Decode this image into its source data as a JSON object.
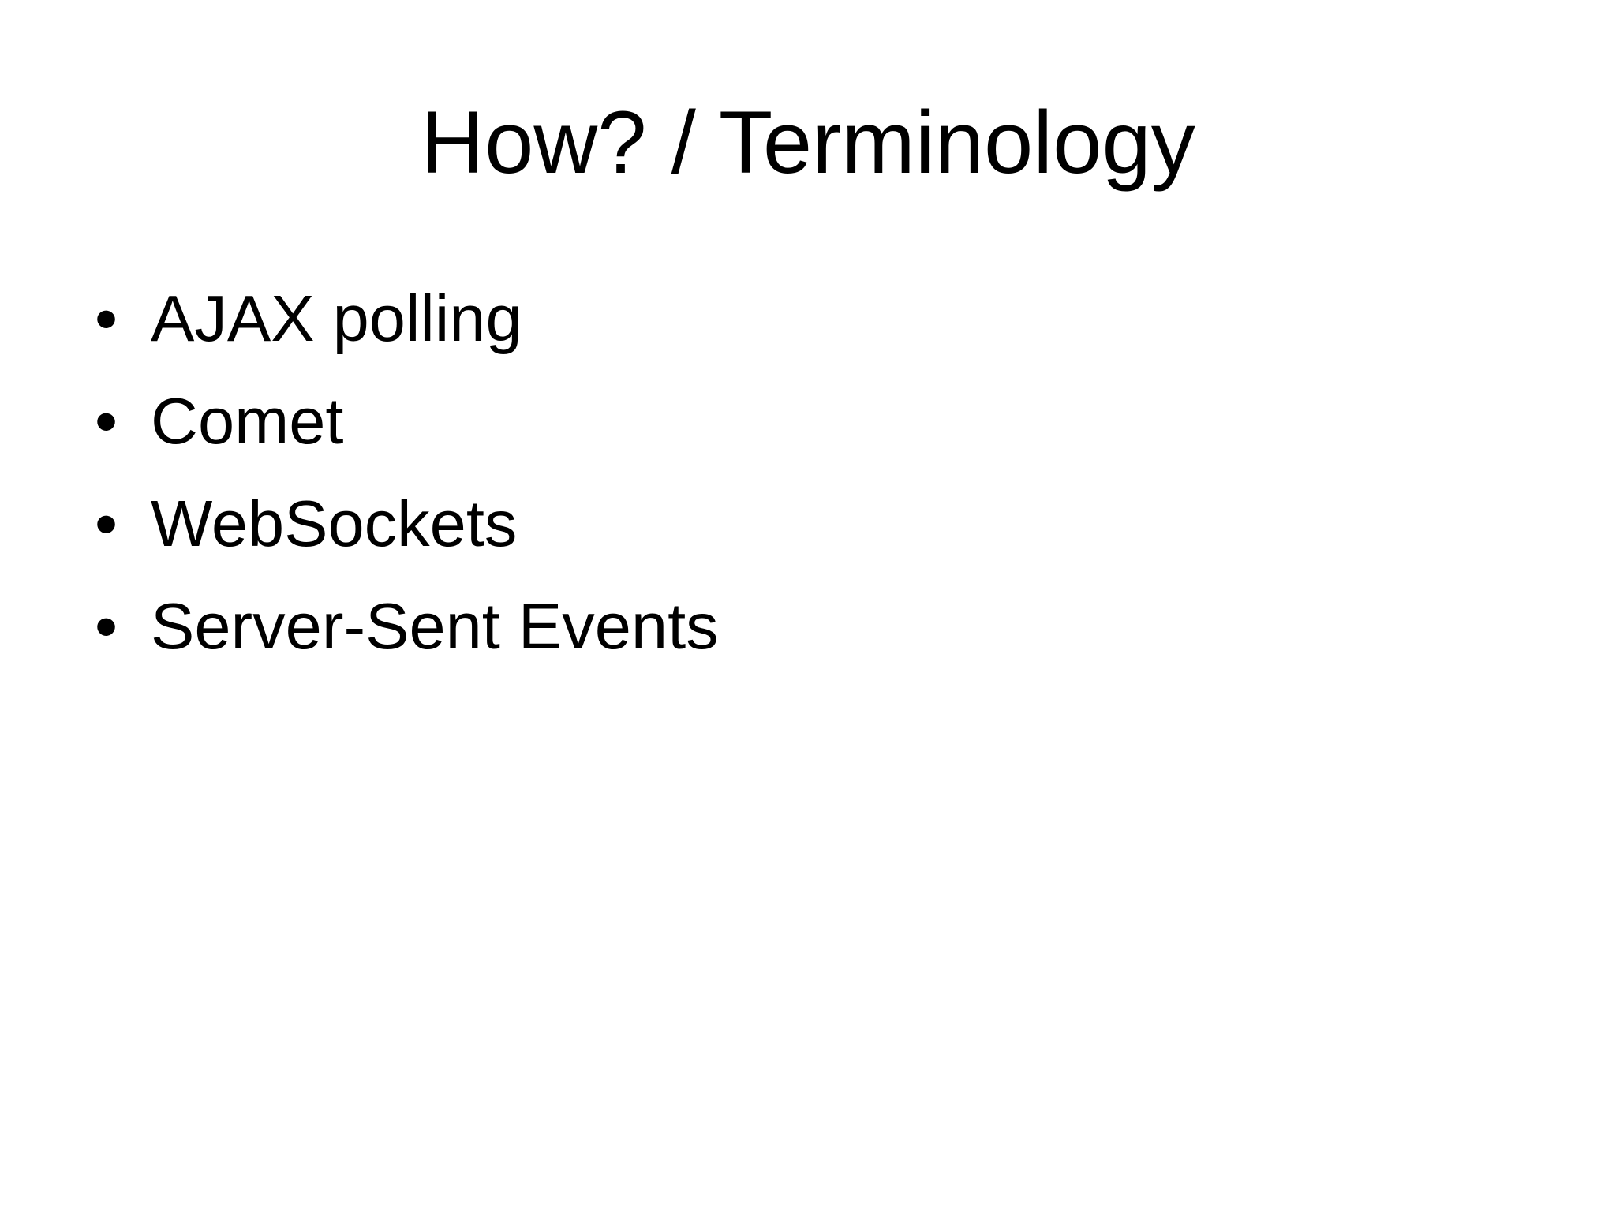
{
  "slide": {
    "title": "How? / Terminology",
    "bullet_glyph": "•",
    "bullets": [
      {
        "label": "AJAX polling"
      },
      {
        "label": "Comet"
      },
      {
        "label": "WebSockets"
      },
      {
        "label": "Server-Sent Events"
      }
    ],
    "colors": {
      "background": "#ffffff",
      "text": "#000000"
    }
  }
}
